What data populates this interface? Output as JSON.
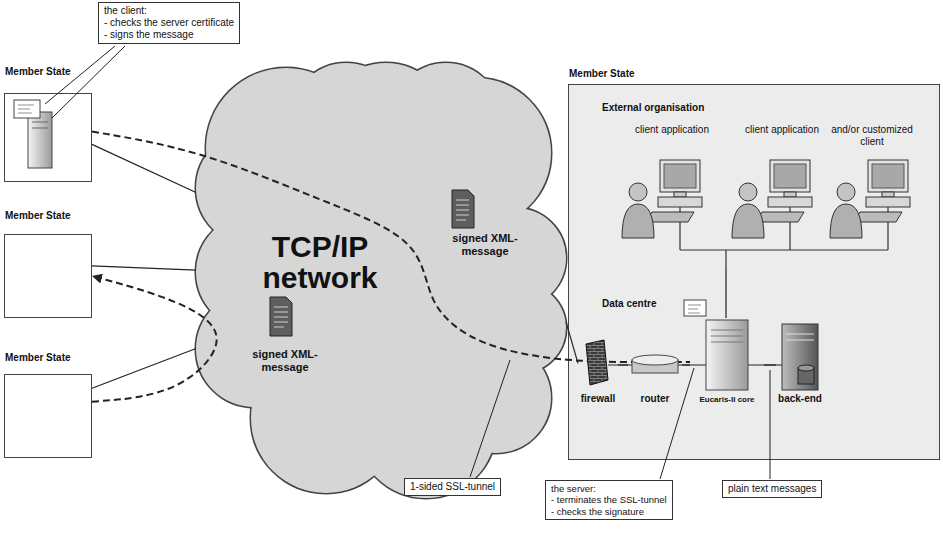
{
  "diagram": {
    "nodes": [
      {
        "text": [
          "the client:",
          "- checks the server certificate",
          "- signs the message"
        ]
      },
      {
        "text": [
          "Member State"
        ]
      },
      {
        "text": [
          "Member State"
        ]
      },
      {
        "text": [
          "Member State"
        ]
      },
      {
        "text": [
          "TCP/IP network"
        ]
      },
      {
        "text": [
          "Member State"
        ]
      },
      {
        "text": [
          "External organisation"
        ],
        "in": 5
      },
      {
        "text": [
          "Data centre"
        ],
        "in": 5
      },
      {
        "text": [
          "firewall"
        ],
        "in": 7
      },
      {
        "text": [
          "router"
        ],
        "in": 7
      },
      {
        "text": [
          "Eucaris-II core"
        ],
        "in": 7
      },
      {
        "text": [
          "back-end"
        ],
        "in": 7
      },
      {
        "text": [
          "1-sided SSL-tunnel"
        ]
      },
      {
        "text": [
          "the server:",
          "- terminates the SSL-tunnel",
          "- checks the signature"
        ]
      },
      {
        "text": [
          "plain text messages"
        ]
      }
    ],
    "edges": [
      {
        "from": 1,
        "to": 4,
        "arrow": "none"
      },
      {
        "from": 2,
        "to": 4,
        "arrow": "none"
      },
      {
        "from": 3,
        "to": 4,
        "arrow": "none"
      },
      {
        "from": 1,
        "to": 10,
        "arrow": "none"
      },
      {
        "from": 3,
        "to": 2,
        "arrow": "to"
      },
      {
        "from": 4,
        "to": 8,
        "arrow": "none"
      },
      {
        "from": 8,
        "to": 9,
        "arrow": "none"
      },
      {
        "from": 9,
        "to": 10,
        "arrow": "none"
      },
      {
        "from": 10,
        "to": 11,
        "arrow": "none"
      },
      {
        "from": 10,
        "to": 6,
        "arrow": "none"
      }
    ],
    "labels": [
      "signed XML-message",
      "signed XML-message",
      "client application",
      "client application",
      "and/or customized client"
    ]
  }
}
